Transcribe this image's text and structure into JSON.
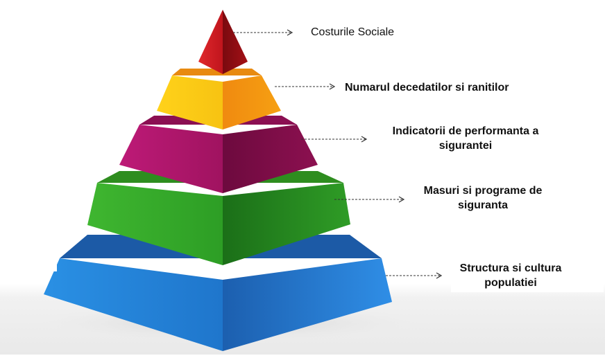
{
  "diagram": {
    "type": "pyramid",
    "levels": [
      {
        "id": "top",
        "label": "Costurile Sociale",
        "lines": [
          "Costurile Sociale"
        ],
        "color": "#c8161d",
        "weight": "regular"
      },
      {
        "id": "l2",
        "label": "Numarul decedatilor si ranitilor",
        "lines": [
          "Numarul decedatilor si ranitilor"
        ],
        "color": "#f3b413",
        "weight": "bold"
      },
      {
        "id": "l3",
        "label": "Indicatorii de performanta a sigurantei",
        "lines": [
          "Indicatorii de performanta a",
          "sigurantei"
        ],
        "color": "#b0166a",
        "weight": "bold"
      },
      {
        "id": "l4",
        "label": "Masuri si programe de siguranta",
        "lines": [
          "Masuri si programe de",
          "siguranta"
        ],
        "color": "#38ac2b",
        "weight": "bold"
      },
      {
        "id": "base",
        "label": "Structura si cultura populatiei",
        "lines": [
          "Structura si cultura",
          "populatiei"
        ],
        "color": "#2a8fe0",
        "weight": "bold"
      }
    ]
  }
}
